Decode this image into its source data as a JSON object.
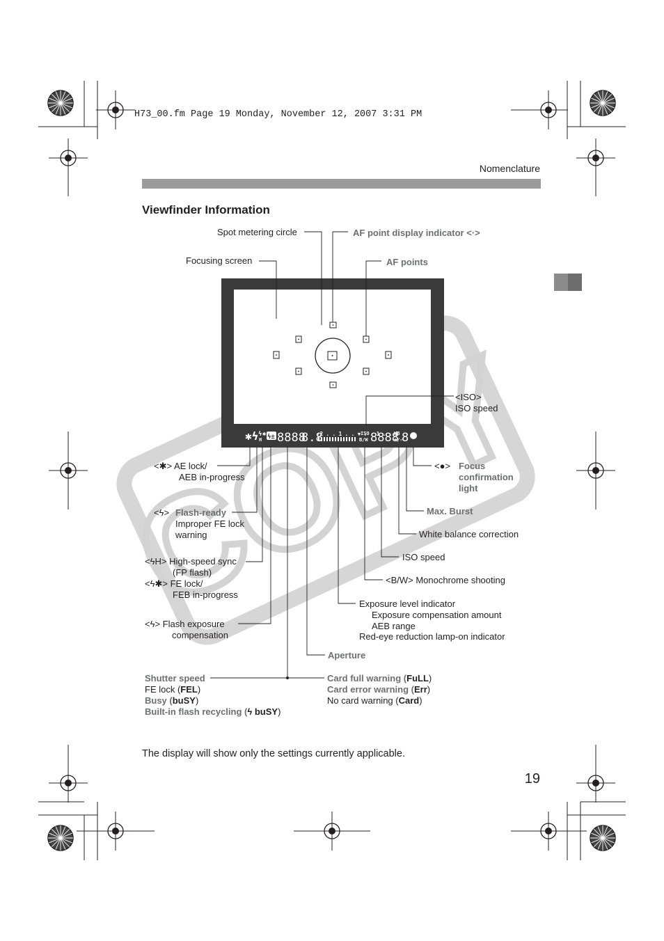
{
  "header": {
    "file_line": "H73_00.fm  Page 19  Monday, November 12, 2007  3:31 PM"
  },
  "section": "Nomenclature",
  "heading": "Viewfinder Information",
  "watermark": "COPY",
  "display": {
    "iso_word": "ISO",
    "bw_word": "B/W",
    "wb_word": "WB",
    "pm_word": "+/-",
    "shutter_digits": "8888",
    "aperture_digits": "8.8",
    "iso_digits": "8888",
    "burst_digit": "8",
    "scale_marks": "-2 . . 1 . . ▼ . . 1 . . 2"
  },
  "labels": {
    "spot": "Spot metering circle",
    "af_indicator": "AF point display indicator <·>",
    "focusing_screen": "Focusing screen",
    "af_points": "AF points",
    "iso_symbol": "<ISO>",
    "iso_speed_top": "ISO speed",
    "ae_lock_1": "<✱> AE lock/",
    "ae_lock_2": "AEB in-progress",
    "focus_1": "<●>",
    "focus_1b": "Focus",
    "focus_2": "confirmation",
    "focus_3": "light",
    "flash_1a": "<ϟ>",
    "flash_1b": "Flash-ready",
    "flash_2": "Improper FE lock",
    "flash_3": "warning",
    "max_burst": "Max. Burst",
    "wb_corr": "White balance correction",
    "hss_1": "<ϟH> High-speed sync",
    "hss_2": "(FP flash)",
    "fe_1": "<ϟ✱> FE lock/",
    "fe_2": "FEB in-progress",
    "iso_speed": "ISO speed",
    "mono": "<B/W> Monochrome shooting",
    "exp_1": "Exposure level indicator",
    "exp_2": "Exposure compensation amount",
    "exp_3": "AEB range",
    "exp_4": "Red-eye reduction lamp-on indicator",
    "fec_1": "<ϟ> Flash exposure",
    "fec_2": "compensation",
    "aperture": "Aperture",
    "shutter_1": "Shutter speed",
    "shutter_2a": "FE lock (",
    "shutter_2b": "FEL",
    "shutter_2c": ")",
    "shutter_3a": "Busy (",
    "shutter_3b": "buSY",
    "shutter_3c": ")",
    "shutter_4a": "Built-in flash recycling (",
    "shutter_4b": "ϟ buSY",
    "shutter_4c": ")",
    "card_1a": "Card full warning (",
    "card_1b": "FuLL",
    "card_1c": ")",
    "card_2a": "Card error warning (",
    "card_2b": "Err",
    "card_2c": ")",
    "card_3a": "No card warning (",
    "card_3b": "Card",
    "card_3c": ")"
  },
  "footnote": "The display will show only the settings currently applicable.",
  "page_number": "19",
  "colors": {
    "text": "#231f20",
    "label_gray": "#6d6e71",
    "bar": "#9b9b9b",
    "frame": "#3a3a3a"
  }
}
